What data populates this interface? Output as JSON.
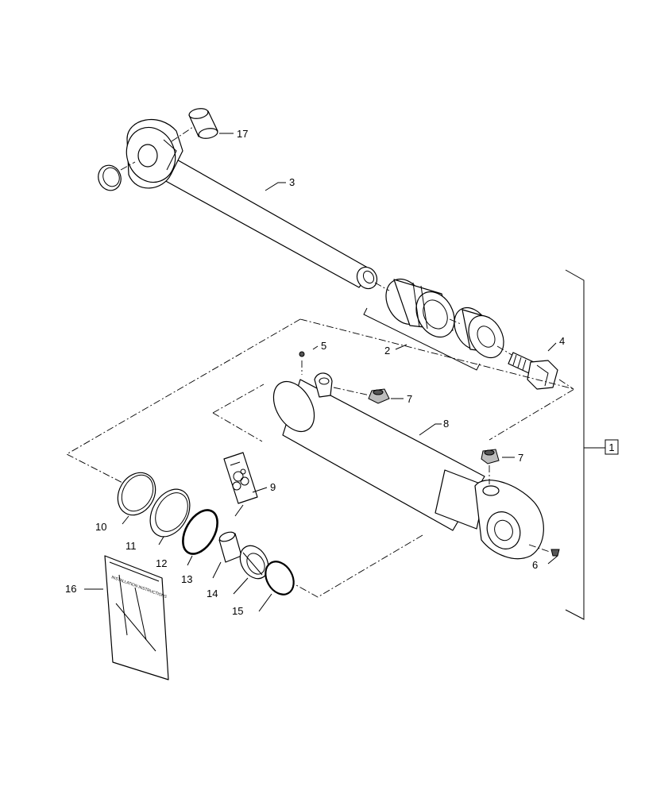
{
  "callouts": {
    "c1": "1",
    "c2": "2",
    "c3": "3",
    "c4": "4",
    "c5": "5",
    "c6": "6",
    "c7a": "7",
    "c7b": "7",
    "c8": "8",
    "c9": "9",
    "c10": "10",
    "c11": "11",
    "c12": "12",
    "c13": "13",
    "c14": "14",
    "c15": "15",
    "c16": "16",
    "c17": "17"
  },
  "manual_cover_text": "INSTALLATION INSTRUCTIONS"
}
